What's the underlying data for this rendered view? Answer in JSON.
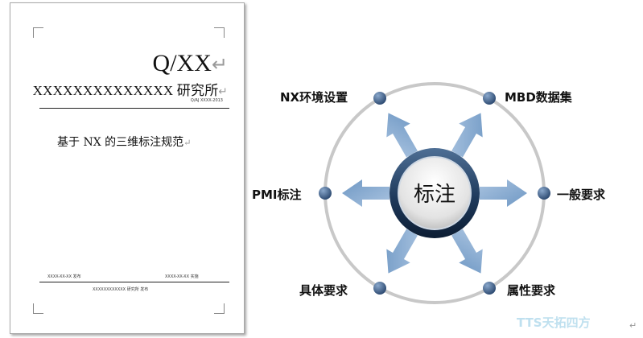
{
  "document": {
    "standard_code": "Q/XX",
    "organization": "XXXXXXXXXXXXXX 研究所",
    "small_code": "Q/AJ XXXX-2013",
    "title": "基于 NX 的三维标注规范",
    "footer_left": "XXXX-XX-XX 发布",
    "footer_right": "XXXX-XX-XX 实施",
    "footer_center": "XXXXXXXXXXXX 研究所 发布",
    "paragraph_mark": "↵"
  },
  "diagram": {
    "center_label": "标注",
    "nodes": {
      "top_left": "NX环境设置",
      "top_right": "MBD数据集",
      "left": "PMI标注",
      "right": "一般要求",
      "bottom_left": "具体要求",
      "bottom_right": "属性要求"
    },
    "colors": {
      "arrow": "#7ea6cf",
      "node_dot": "#3f5f8a",
      "ring": "#c8c8c8",
      "hub_rim": "#1f3a5c"
    }
  },
  "watermark": "TTS天拓四方",
  "trailing_mark": "↵"
}
